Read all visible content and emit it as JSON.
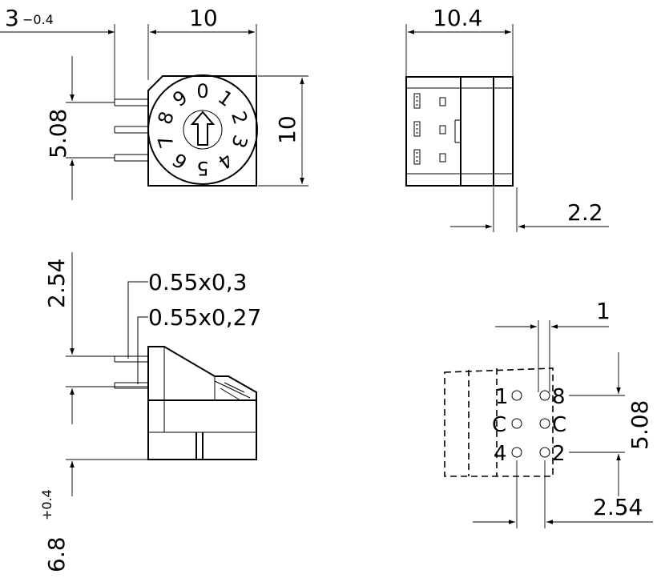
{
  "front_view": {
    "dim_lead_length": "3",
    "dim_lead_length_tol": "−0.4",
    "dim_width": "10",
    "dim_height": "10",
    "dim_pin_pitch": "5.08",
    "dial_digits": [
      "0",
      "1",
      "2",
      "3",
      "4",
      "5",
      "6",
      "7",
      "8",
      "9"
    ]
  },
  "side_view_top": {
    "dim_depth": "10.4",
    "dim_offset": "2.2"
  },
  "side_view_bottom": {
    "dim_pin_spacing": "2.54",
    "pin_label_1": "0.55x0,3",
    "pin_label_2": "0.55x0,27",
    "dim_height": "6.8",
    "dim_height_tol": "+0.4"
  },
  "footprint": {
    "dim_pad": "1",
    "dim_vertical": "5.08",
    "dim_horizontal": "2.54",
    "left_labels": [
      "1",
      "C",
      "4"
    ],
    "right_labels": [
      "8",
      "C",
      "2"
    ]
  }
}
